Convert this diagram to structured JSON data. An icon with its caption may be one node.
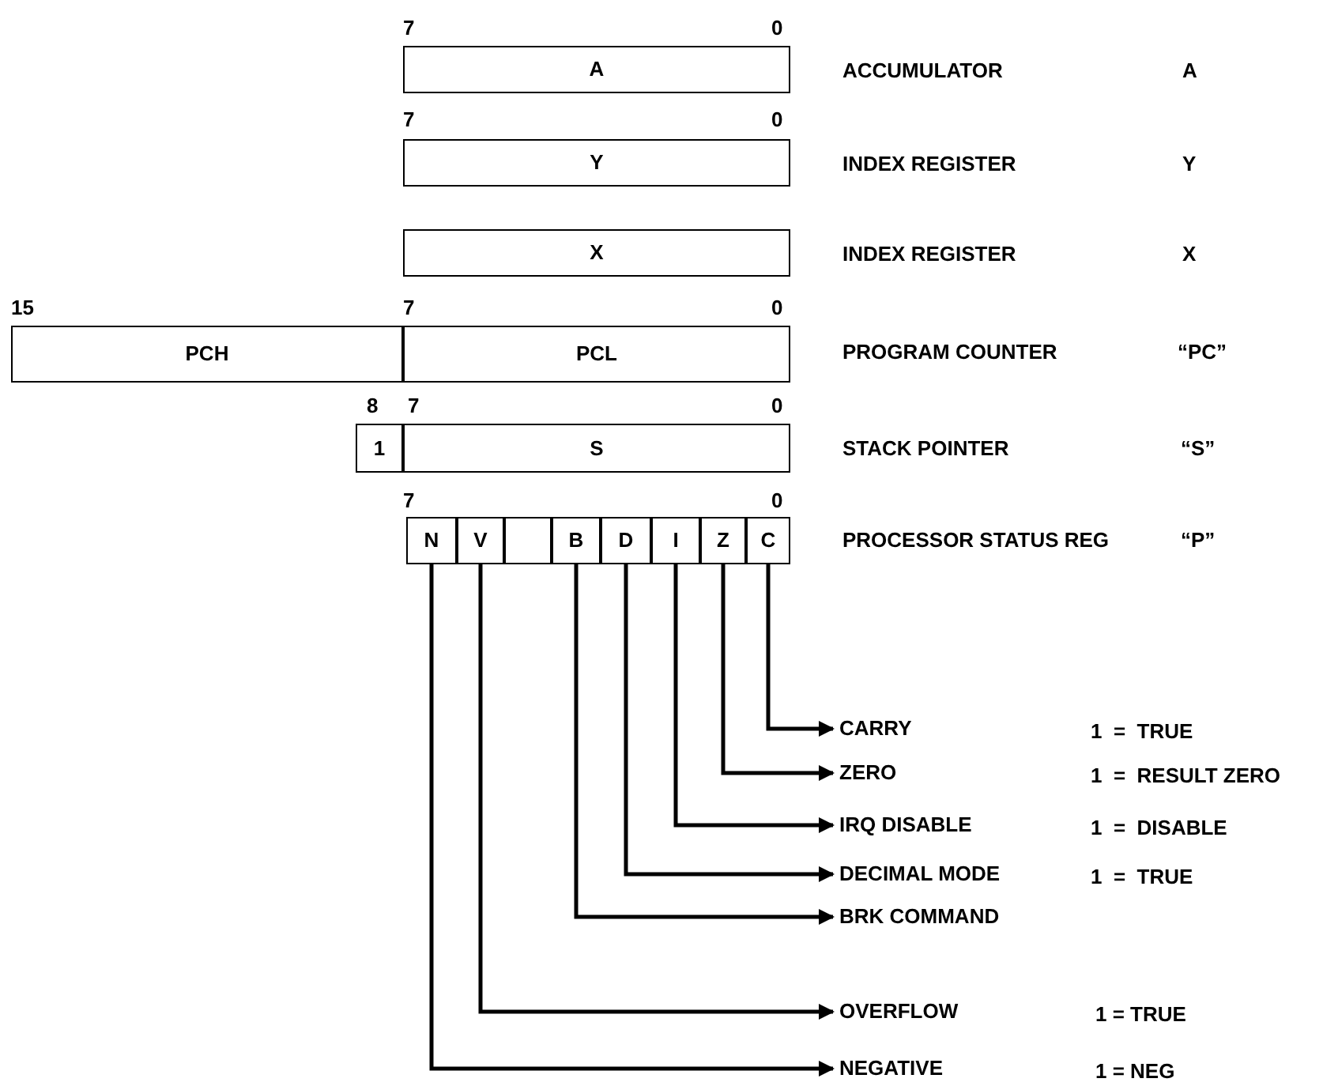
{
  "diagram": {
    "nodes": [
      {
        "text": [
          "A"
        ]
      },
      {
        "text": [
          "Y"
        ]
      },
      {
        "text": [
          "X"
        ]
      },
      {
        "text": [
          "PCH"
        ]
      },
      {
        "text": [
          "PCL"
        ]
      },
      {
        "text": [
          "1"
        ]
      },
      {
        "text": [
          "S"
        ]
      },
      {
        "text": [
          "N"
        ]
      },
      {
        "text": [
          "V"
        ]
      },
      {
        "text": [],
        "shape": "box"
      },
      {
        "text": [
          "B"
        ]
      },
      {
        "text": [
          "D"
        ]
      },
      {
        "text": [
          "I"
        ]
      },
      {
        "text": [
          "Z"
        ]
      },
      {
        "text": [
          "C"
        ]
      },
      {
        "text": [
          "CARRY"
        ]
      },
      {
        "text": [
          "ZERO"
        ]
      },
      {
        "text": [
          "IRQ DISABLE"
        ]
      },
      {
        "text": [
          "DECIMAL MODE"
        ]
      },
      {
        "text": [
          "BRK COMMAND"
        ]
      },
      {
        "text": [
          "OVERFLOW"
        ]
      },
      {
        "text": [
          "NEGATIVE"
        ]
      }
    ],
    "edges": [
      {
        "from": 14,
        "to": 15,
        "arrow": "to"
      },
      {
        "from": 13,
        "to": 16,
        "arrow": "to"
      },
      {
        "from": 12,
        "to": 17,
        "arrow": "to"
      },
      {
        "from": 11,
        "to": 18,
        "arrow": "to"
      },
      {
        "from": 10,
        "to": 19,
        "arrow": "to"
      },
      {
        "from": 8,
        "to": 20,
        "arrow": "to"
      },
      {
        "from": 7,
        "to": 21,
        "arrow": "to"
      }
    ],
    "labels": [
      "7",
      "0",
      "ACCUMULATOR",
      "A",
      "7",
      "0",
      "INDEX REGISTER",
      "Y",
      "INDEX REGISTER",
      "X",
      "15",
      "7",
      "0",
      "PROGRAM COUNTER",
      "“PC”",
      "8",
      "7",
      "0",
      "STACK POINTER",
      "“S”",
      "7",
      "0",
      "PROCESSOR STATUS REG",
      "“P”",
      "1  =  TRUE",
      "1  =  RESULT ZERO",
      "1  =  DISABLE",
      "1  =  TRUE",
      "1 = TRUE",
      "1 = NEG"
    ]
  }
}
